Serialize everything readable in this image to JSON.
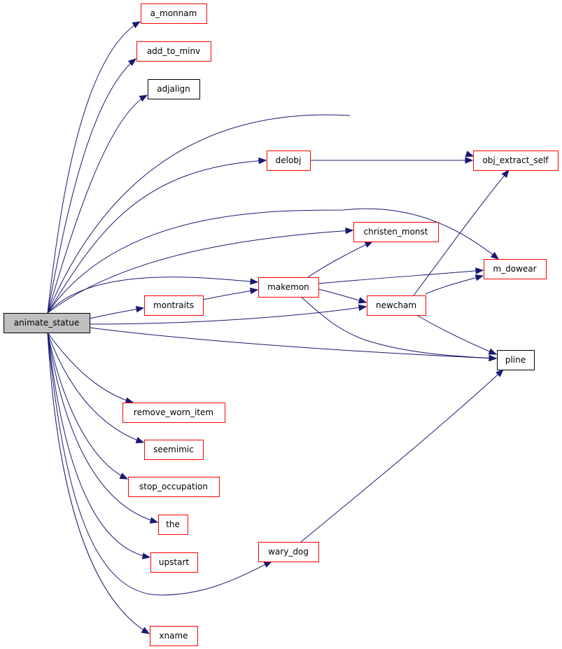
{
  "colors": {
    "root_fill": "#bfbfbf",
    "root_stroke": "#000000",
    "red_stroke": "#ff0000",
    "black_stroke": "#000000",
    "edge": "#191970"
  },
  "nodes": {
    "animate_statue": {
      "label": "animate_statue",
      "style": "root"
    },
    "a_monnam": {
      "label": "a_monnam",
      "style": "red"
    },
    "add_to_minv": {
      "label": "add_to_minv",
      "style": "red"
    },
    "adjalign": {
      "label": "adjalign",
      "style": "black"
    },
    "delobj": {
      "label": "delobj",
      "style": "red"
    },
    "obj_extract_self": {
      "label": "obj_extract_self",
      "style": "red"
    },
    "christen_monst": {
      "label": "christen_monst",
      "style": "red"
    },
    "m_dowear": {
      "label": "m_dowear",
      "style": "red"
    },
    "makemon": {
      "label": "makemon",
      "style": "red"
    },
    "montraits": {
      "label": "montraits",
      "style": "red"
    },
    "newcham": {
      "label": "newcham",
      "style": "red"
    },
    "pline": {
      "label": "pline",
      "style": "black"
    },
    "remove_worn_item": {
      "label": "remove_worn_item",
      "style": "red"
    },
    "seemimic": {
      "label": "seemimic",
      "style": "red"
    },
    "stop_occupation": {
      "label": "stop_occupation",
      "style": "red"
    },
    "the": {
      "label": "the",
      "style": "red"
    },
    "upstart": {
      "label": "upstart",
      "style": "red"
    },
    "wary_dog": {
      "label": "wary_dog",
      "style": "red"
    },
    "xname": {
      "label": "xname",
      "style": "red"
    }
  },
  "edges": [
    [
      "animate_statue",
      "a_monnam"
    ],
    [
      "animate_statue",
      "add_to_minv"
    ],
    [
      "animate_statue",
      "adjalign"
    ],
    [
      "animate_statue",
      "obj_extract_self"
    ],
    [
      "animate_statue",
      "delobj"
    ],
    [
      "animate_statue",
      "m_dowear"
    ],
    [
      "animate_statue",
      "christen_monst"
    ],
    [
      "animate_statue",
      "makemon"
    ],
    [
      "animate_statue",
      "montraits"
    ],
    [
      "animate_statue",
      "newcham"
    ],
    [
      "animate_statue",
      "pline"
    ],
    [
      "animate_statue",
      "remove_worn_item"
    ],
    [
      "animate_statue",
      "seemimic"
    ],
    [
      "animate_statue",
      "stop_occupation"
    ],
    [
      "animate_statue",
      "the"
    ],
    [
      "animate_statue",
      "upstart"
    ],
    [
      "animate_statue",
      "wary_dog"
    ],
    [
      "animate_statue",
      "xname"
    ],
    [
      "delobj",
      "obj_extract_self"
    ],
    [
      "makemon",
      "christen_monst"
    ],
    [
      "makemon",
      "m_dowear"
    ],
    [
      "makemon",
      "newcham"
    ],
    [
      "makemon",
      "pline"
    ],
    [
      "montraits",
      "makemon"
    ],
    [
      "newcham",
      "obj_extract_self"
    ],
    [
      "newcham",
      "m_dowear"
    ],
    [
      "newcham",
      "pline"
    ],
    [
      "wary_dog",
      "pline"
    ]
  ]
}
